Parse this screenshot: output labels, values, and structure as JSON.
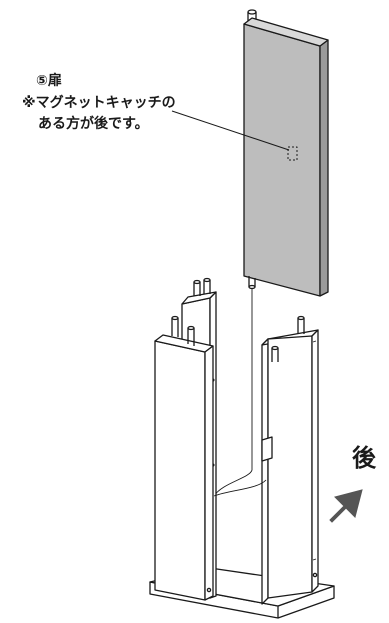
{
  "labels": {
    "part": "⑤扉",
    "note_line1": "※マグネットキャッチの",
    "note_line2": "ある方が後です。",
    "direction": "後"
  },
  "colors": {
    "door_fill": "#bdbdbd",
    "door_edge": "#9a9a9a",
    "panel_fill": "#ffffff",
    "outline": "#1a1a1a",
    "arrow": "#555555"
  },
  "icons": {
    "direction_arrow": "arrow-up-right-icon",
    "magnet": "magnet-catch-icon"
  }
}
